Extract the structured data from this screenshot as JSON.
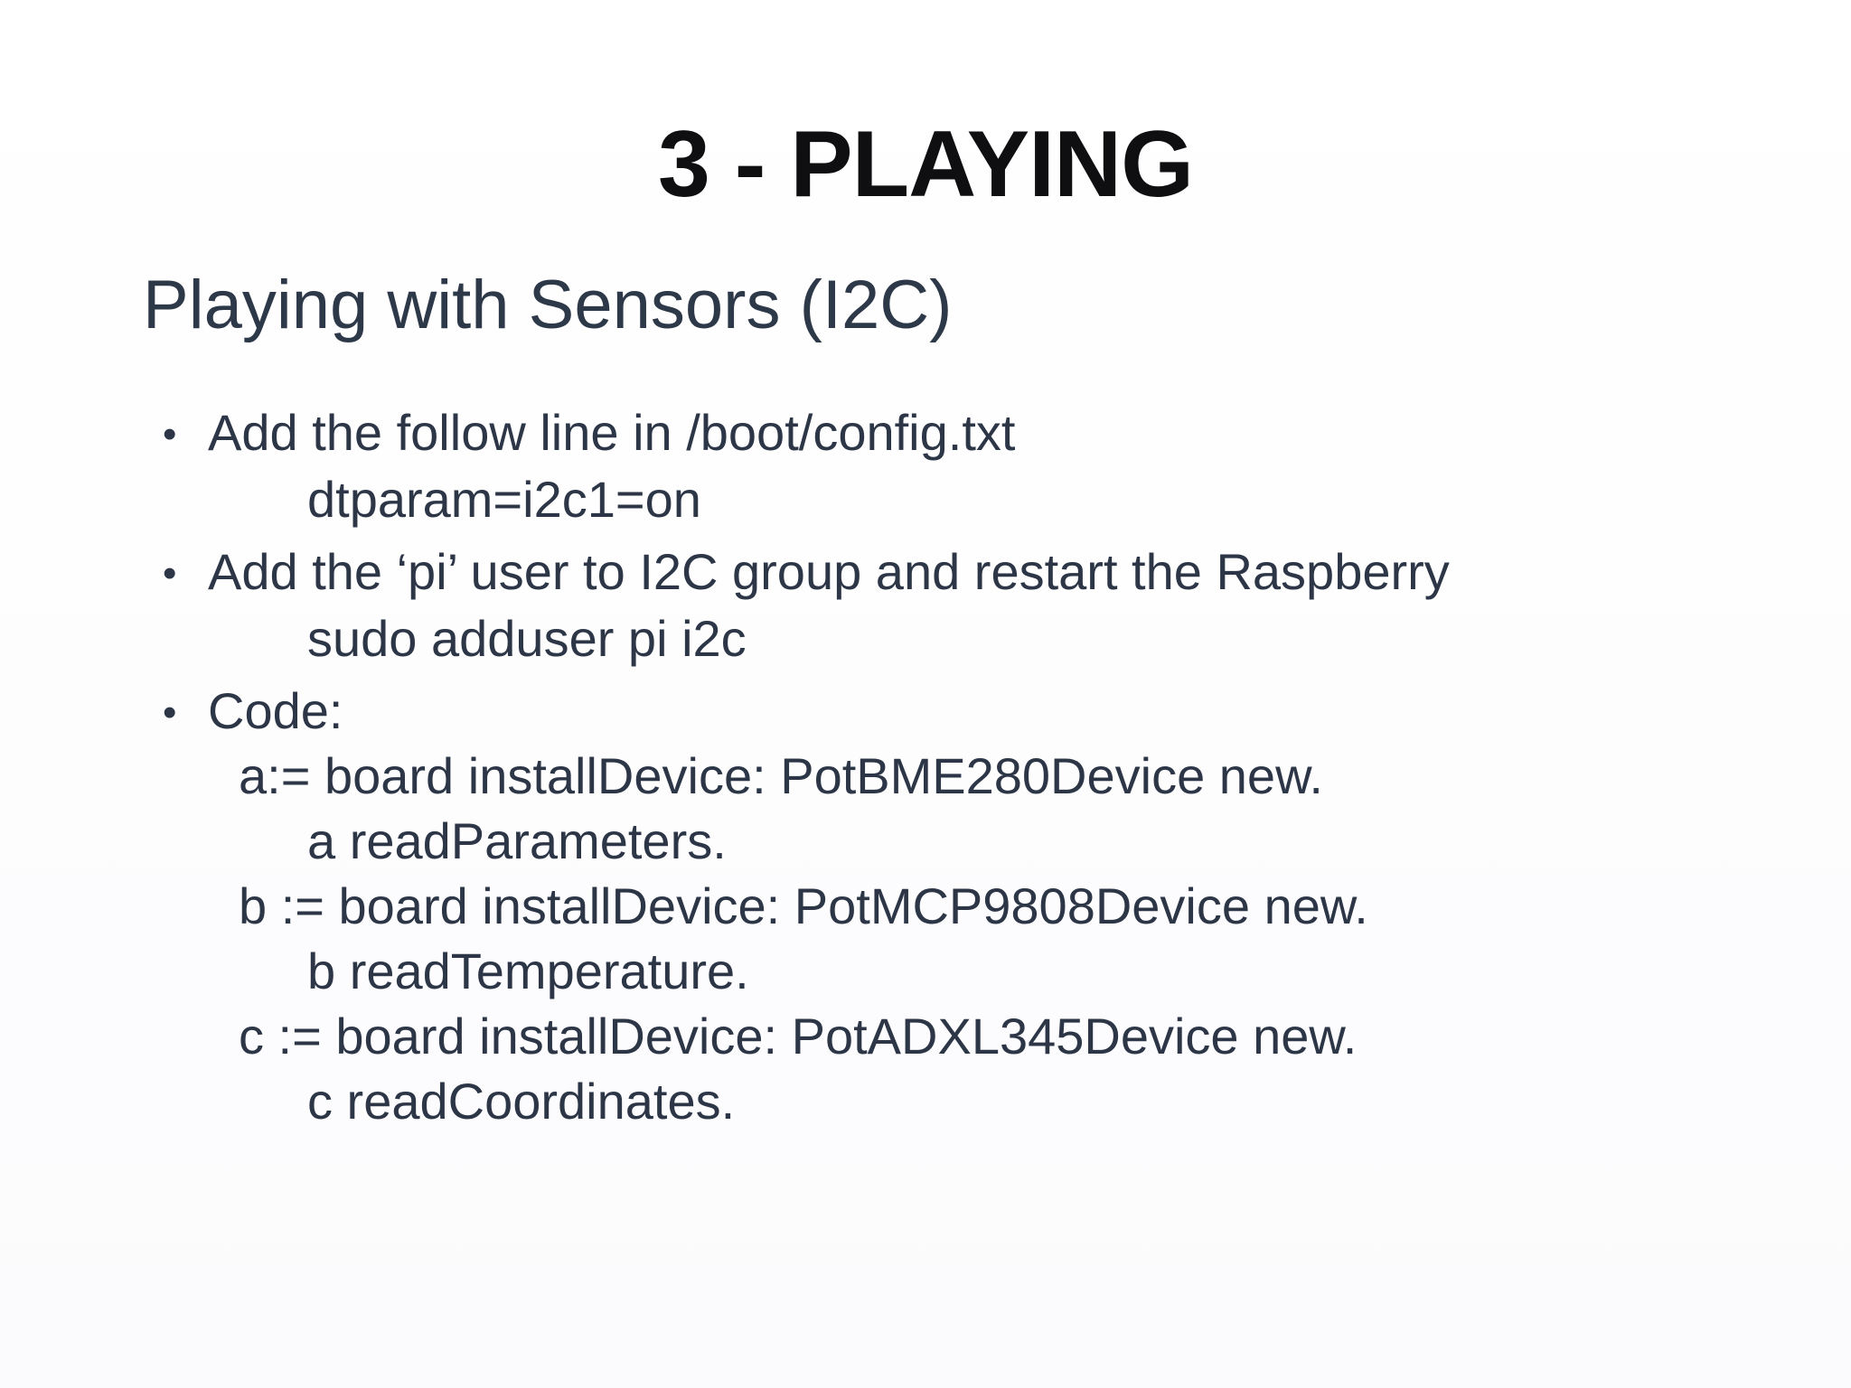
{
  "slide": {
    "title": "3 - PLAYING",
    "subtitle": "Playing with Sensors (I2C)",
    "bullets": [
      {
        "text": "Add the follow line in /boot/config.txt",
        "sub": "dtparam=i2c1=on"
      },
      {
        "text": "Add the ‘pi’ user to I2C group and restart the Raspberry",
        "sub": "sudo adduser pi i2c"
      },
      {
        "text": "Code:",
        "code": [
          "a:= board installDevice: PotBME280Device new.",
          "a readParameters.",
          "b := board installDevice: PotMCP9808Device new.",
          "b readTemperature.",
          "c := board installDevice: PotADXL345Device new.",
          "c readCoordinates."
        ]
      }
    ],
    "bullet_symbol": "•"
  }
}
